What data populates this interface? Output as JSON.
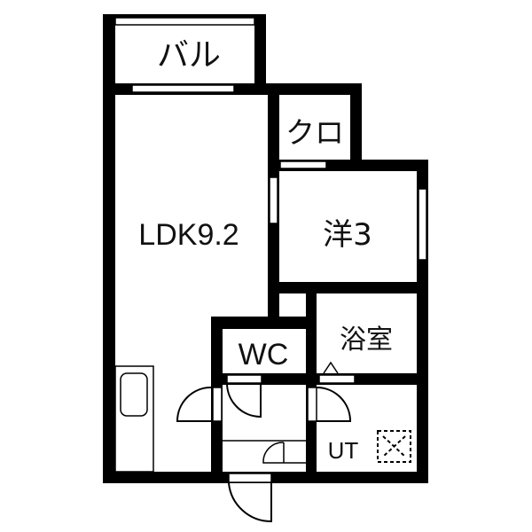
{
  "floor_plan": {
    "rooms": [
      {
        "id": "balcony",
        "label": "バル"
      },
      {
        "id": "ldk",
        "label": "LDK9.2"
      },
      {
        "id": "closet",
        "label": "クロ"
      },
      {
        "id": "western_room",
        "label": "洋3"
      },
      {
        "id": "bathroom",
        "label": "浴室"
      },
      {
        "id": "toilet",
        "label": "WC"
      },
      {
        "id": "utility",
        "label": "UT"
      }
    ],
    "colors": {
      "wall": "#000000",
      "background": "#ffffff"
    },
    "symbols": [
      "kitchen-sink-icon",
      "washing-machine-pan-icon",
      "door-swing-icon",
      "window-icon",
      "step-triangle-icon"
    ]
  }
}
